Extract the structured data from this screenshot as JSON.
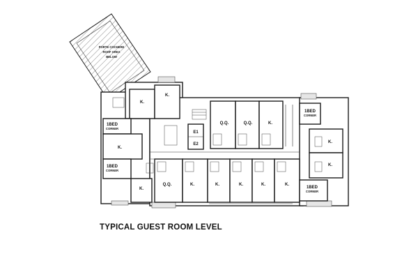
{
  "caption": "TYPICAL GUEST ROOM LEVEL",
  "porte_cochere": {
    "line1": "PORTE COCHERE",
    "line2": "ROOF AREA",
    "line3": "BELOW"
  },
  "labels": {
    "k": "K.",
    "qq": "Q.Q.",
    "e1": "E1",
    "e2": "E2",
    "bed": "1BED",
    "corner": "CORNER"
  }
}
